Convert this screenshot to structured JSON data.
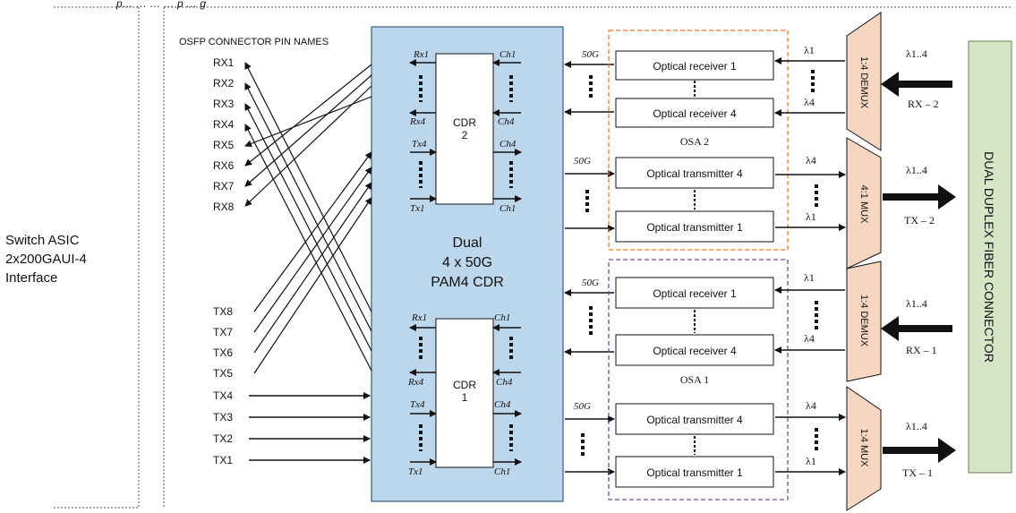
{
  "caption_fragment": "p… … … … p … g",
  "host": {
    "line1": "Switch ASIC",
    "line2": "2x200GAUI-4",
    "line3": "Interface"
  },
  "pin_header": "OSFP CONNECTOR PIN NAMES",
  "rx_pins": [
    "RX1",
    "RX2",
    "RX3",
    "RX4",
    "RX5",
    "RX6",
    "RX7",
    "RX8"
  ],
  "tx_pins": [
    "TX8",
    "TX7",
    "TX6",
    "TX5",
    "TX4",
    "TX3",
    "TX2",
    "TX1"
  ],
  "cdr_block": {
    "line1": "Dual",
    "line2": "4 x 50G",
    "line3": "PAM4 CDR",
    "cdr2_top": "CDR",
    "cdr2_num": "2",
    "cdr1_top": "CDR",
    "cdr1_num": "1",
    "rx1": "Rx1",
    "rx4": "Rx4",
    "tx4": "Tx4",
    "tx1": "Tx1",
    "ch1": "Ch1",
    "ch4": "Ch4"
  },
  "rate_50g": "50G",
  "osa2": {
    "label": "OSA 2",
    "rx1": "Optical receiver 1",
    "rx4": "Optical receiver 4",
    "tx4": "Optical transmitter 4",
    "tx1": "Optical transmitter 1"
  },
  "osa1": {
    "label": "OSA 1",
    "rx1": "Optical receiver 1",
    "rx4": "Optical receiver 4",
    "tx4": "Optical transmitter 4",
    "tx1": "Optical transmitter 1"
  },
  "lambda1": "λ1",
  "lambda4": "λ4",
  "lambda14": "λ1..4",
  "mux": {
    "demux_top": "1:4 DEMUX",
    "mux_2": "4:1 MUX",
    "demux_bottom": "1:4 DEMUX",
    "mux_1": "1:4 MUX"
  },
  "fiber": {
    "rx2": "RX – 2",
    "tx2": "TX – 2",
    "rx1": "RX – 1",
    "tx1": "TX – 1"
  },
  "connector_label": "DUAL DUPLEX  FIBER  CONNECTOR",
  "colors": {
    "cdr_fill": "#bcd6ec",
    "osa2_border": "#f07b2b",
    "osa1_border": "#7a4fa3",
    "mux_fill": "#f6d6c0",
    "connector_fill": "#d6e5c5"
  }
}
